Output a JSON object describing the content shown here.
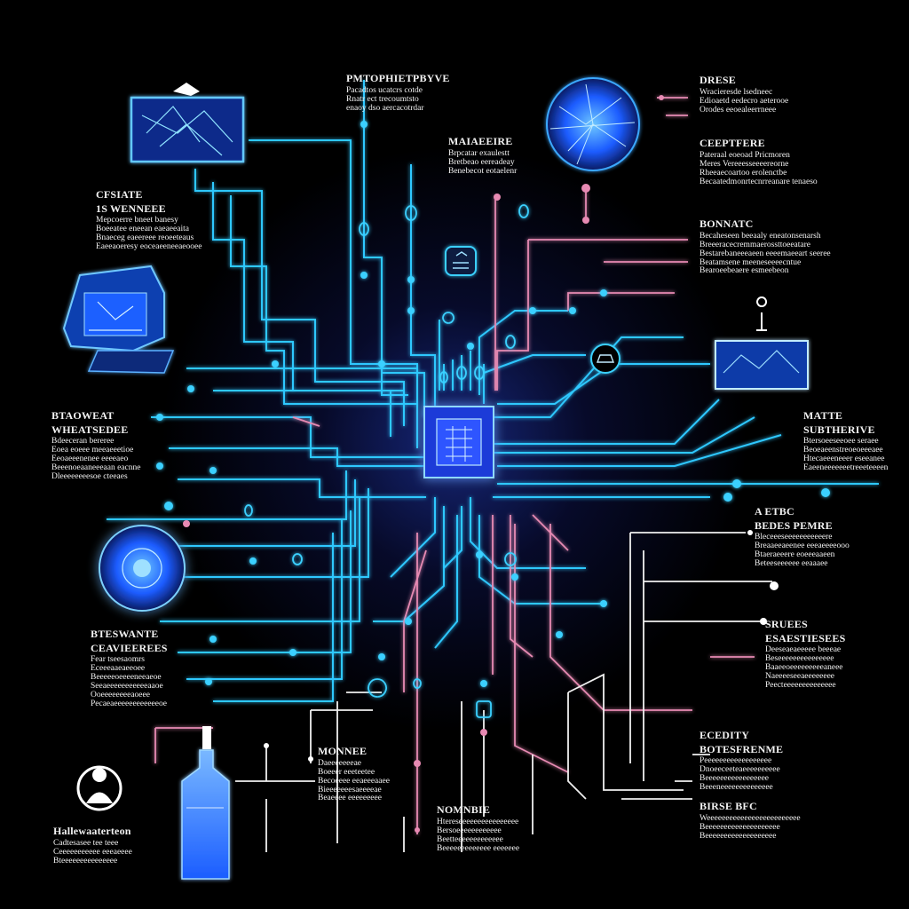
{
  "colors": {
    "background": "#000000",
    "wire_cyan": "#2ec8ff",
    "wire_pink": "#e78ab3",
    "wire_white": "#f0f0f0",
    "glow_blue": "#2a4bff"
  },
  "icons": {
    "center": "processor-chip-icon",
    "top_left": "fractured-panel-image-icon",
    "left": "3d-printer-device-icon",
    "left_lower": "glowing-sphere-icon",
    "bottom_left": "bottle-icon",
    "bottom_left_small": "person-silhouette-icon",
    "top_right": "cracked-globe-icon",
    "right": "landscape-monitor-icon",
    "top_center": "router-icon",
    "right_mid": "car-badge-icon"
  },
  "labels": {
    "top_center_left": {
      "heading": "PMTOPHIETPBYVE",
      "lines": [
        "Pacadtos ucatcrs cotde",
        "Rnatr ect trecoumtsto",
        "enaoy dso aercacotrdar"
      ]
    },
    "top_center": {
      "heading": "MAIAEEIRE",
      "lines": [
        "Brpcatar exaulestt",
        "Bretbeao eereadeay",
        "Benebecot eotaelenr"
      ]
    },
    "top_right_a": {
      "heading": "DRESE",
      "lines": [
        "Wracieresde lsedneec",
        "Edioaetd eedecro aeterooe",
        "Orodes eeoealeerrneee"
      ]
    },
    "top_right_b": {
      "heading": "CEEPTFERE",
      "lines": [
        "Pateraal eoeoad Pricmoren",
        "Meres Vereeesseeeereorne",
        "Rheeaecoartoo erolenctbe",
        "Becaatedmonrtecnrreanare tenaeso"
      ]
    },
    "right_upper": {
      "heading": "BONNATC",
      "lines": [
        "Becaheseen beeaaly eneatonsenarsh",
        "Breeeracecremmaerossttoeeatare",
        "Bestarebaneeeaeen eeeemaeeart seeree",
        "Beatamsene meeneseeeecntue",
        "Bearoeebeaere esmeebeon"
      ]
    },
    "left_upper": {
      "heading": "CFSIATE",
      "subheading": "1S WENNEEE",
      "lines": [
        "Mepcoerre bneet banesy",
        "Boeeatee eneean eaeaeeaita",
        "Bnaeceg eaeereee reoeeteaus",
        "Eaeeaoeresy eoceaeeneeaeooee"
      ]
    },
    "left_mid": {
      "heading": "BTAOWEAT",
      "subheading": "WHEATSEDEE",
      "lines": [
        "Bdeeceran bereree",
        "Eoea eoeee meeaeeetioe",
        "Eeoaeeenenee eeeeaeo",
        "Beeenoeaaneeeaan eacnne",
        "Dleeeeeeeesoe cteeaes"
      ]
    },
    "right_mid": {
      "heading": "MATTE",
      "subheading": "SUBTHERIVE",
      "lines": [
        "Btersoeeseeoee seraee",
        "Beoeaeenstreoeoeeeaee",
        "Htecaeeeneeer eseeanee",
        "Eaeeneeeeeeetreeeteeeen"
      ]
    },
    "right_lower": {
      "heading": "A ETBC",
      "subheading": "BEDES PEMRE",
      "lines": [
        "Bleceeeseeeeeeeeeeere",
        "Breaaeeaeenee eeeaeeeeooo",
        "Btaeraeeere eoeeeaaeen",
        "Beteeseeeeee eeaaaee"
      ]
    },
    "left_lower": {
      "heading": "BTESWANTE",
      "subheading": "CEAVIEEREES",
      "lines": [
        "Fear tseesaomrs",
        "Eceeeaaeaeeoee",
        "Beeeeeoeeeeneeaeoe",
        "Seeaeeeeeeeeeeeaaoe",
        "Ooeeeeeeeeaoeee",
        "Pecaeaeeeeeeeeeeeeoe"
      ]
    },
    "right_lowmid": {
      "heading": "SRUEES",
      "subheading": "ESAESTIESEES",
      "lines": [
        "Deeseaeaeeeee beeeae",
        "Beseeeeeeeeeeeeeee",
        "Baaeeoeeeeeeeeeaneee",
        "Naeeeeseeaeeeeeeee",
        "Peecteeeeeeeeeeeeee"
      ]
    },
    "bottom_center_left": {
      "heading": "MONNEE",
      "lines": [
        "Daeeeeeeeae",
        "Boeeer eeeteetee",
        "Becoeeee eeaeeeaaee",
        "Bieeeeeeesaeeeeae",
        "Beaeeee eeeeeeeee"
      ]
    },
    "bottom_center": {
      "heading": "NOMNBIE",
      "lines": [
        "Htereseeeeeeeeeeeeeeee",
        "Bersoeeeeeeeeeeee",
        "Beetteeeeeeeeeeeee",
        "Beeeeeeeeeeeee eeeeeee"
      ]
    },
    "bottom_right_a": {
      "heading": "ECEDITY",
      "subheading": "BOTESFRENME",
      "lines": [
        "Peeeeeeeeeeeeeeeeee",
        "Dnoeeceeteaeeeeeeeeee",
        "Beeeeeeeeeeeeeeeee",
        "Beeeneeeeeeeeeeeeee"
      ]
    },
    "bottom_right_b": {
      "heading": "BIRSE BFC",
      "lines": [
        "Weeeeeeeeeeeeeeeeeeeeeeeee",
        "Beeeeeeeeeeeeeeeeeeee",
        "Beeeeeeeeeeeeeeeeeee"
      ]
    },
    "bottom_left": {
      "heading": "Hallewaaterteon",
      "lines": [
        "Cadtesasee tee teee",
        "Ceeeeeeeeeee eeeaeeee",
        "Bteeeeeeeeeeeeeee"
      ]
    }
  }
}
